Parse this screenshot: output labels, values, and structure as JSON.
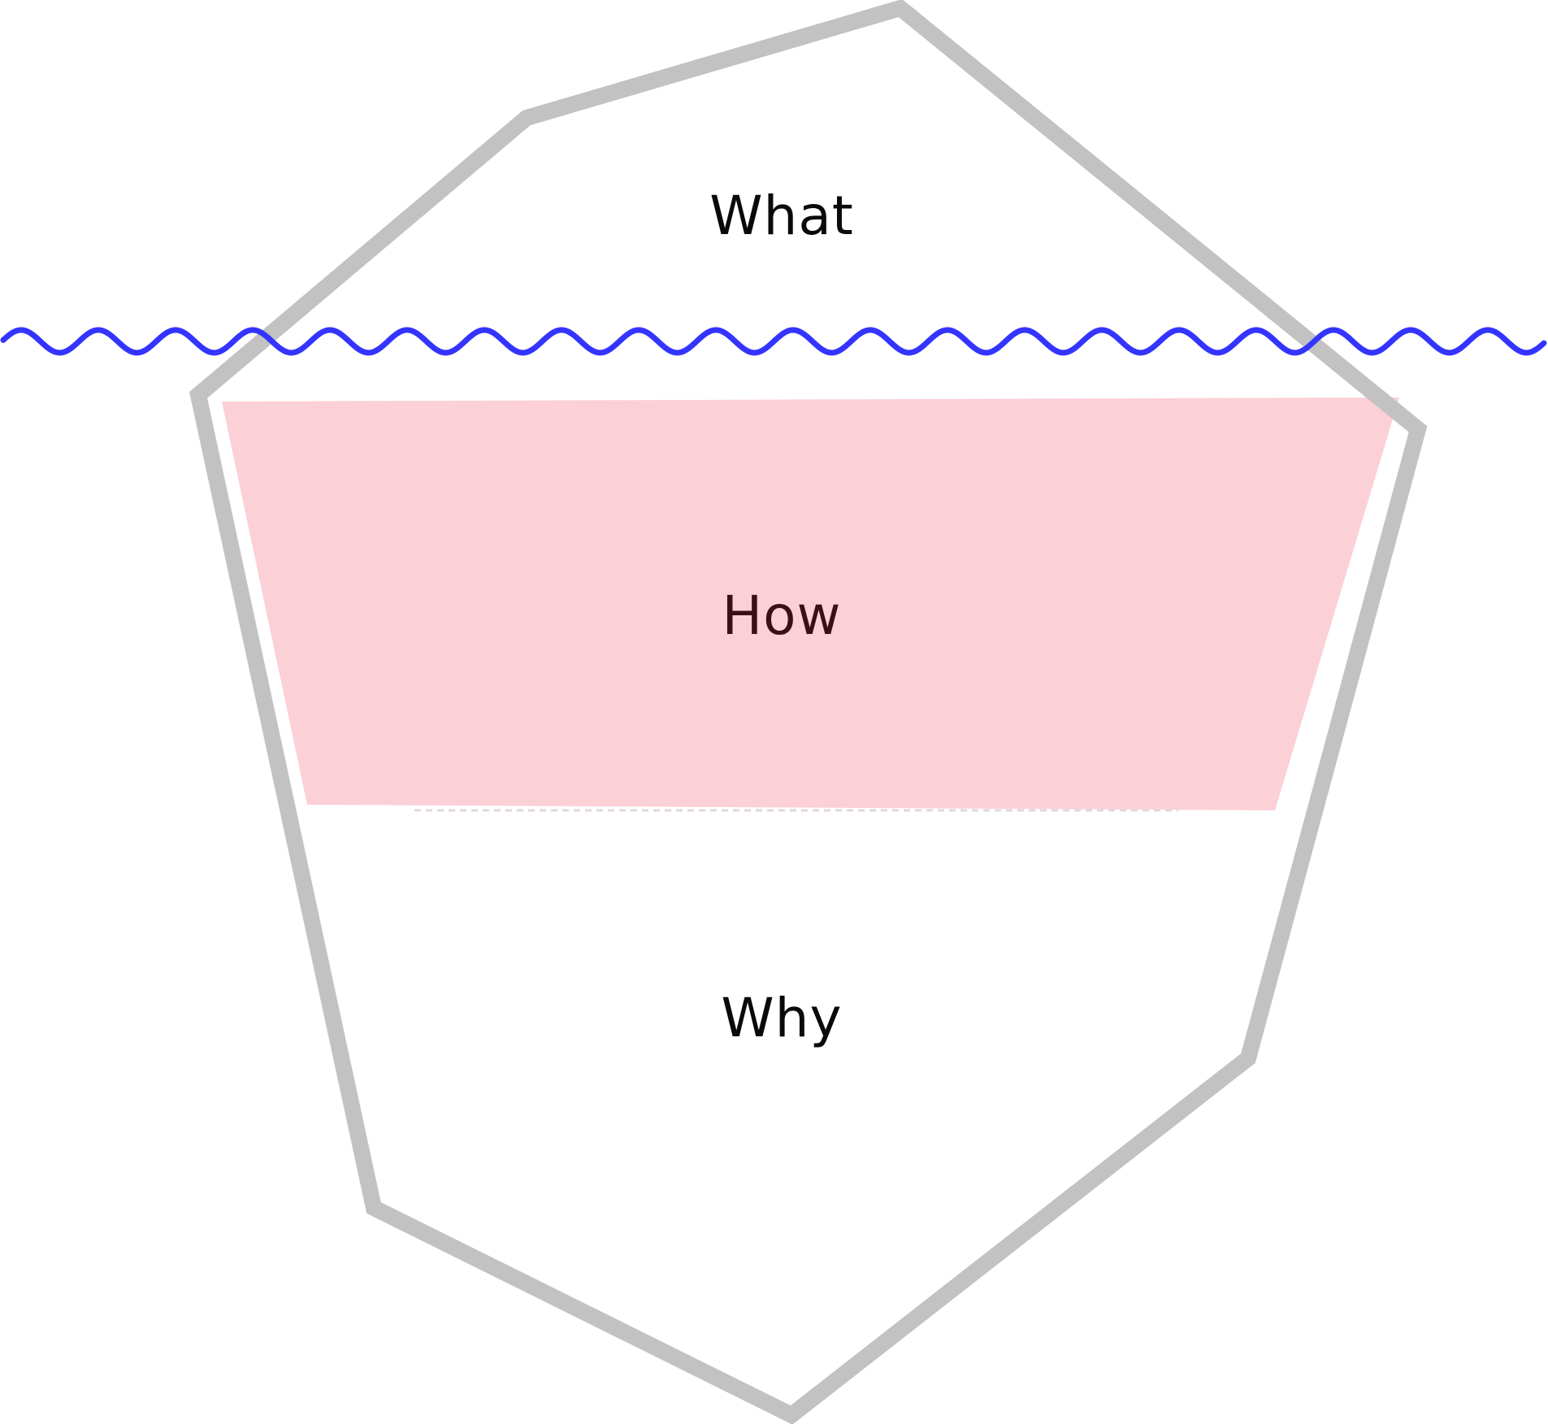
{
  "diagram": {
    "labels": {
      "what": "What",
      "how": "How",
      "why": "Why"
    },
    "colors": {
      "outline": "#c2c2c2",
      "waterline": "#3434ff",
      "band_fill": "#fbd0d7",
      "band_dashes": "#e2d7da",
      "label_text": "#0a0a0a",
      "band_label_text": "#3a1016",
      "background": "#ffffff"
    }
  }
}
